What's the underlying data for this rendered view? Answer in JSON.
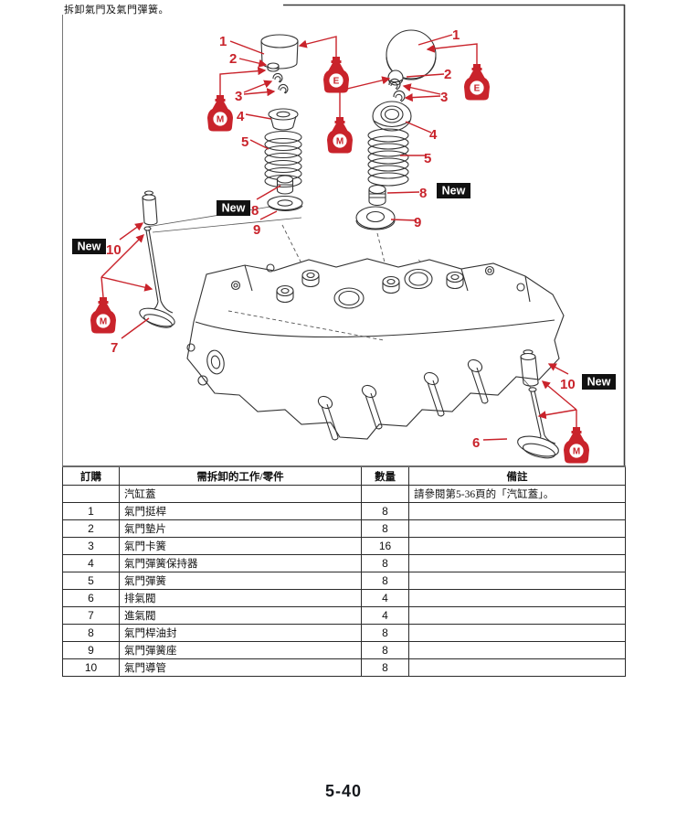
{
  "page": {
    "intro_text": "拆卸氣門及氣門彈簧。",
    "page_number": "5-40"
  },
  "diagram": {
    "accent_color": "#c9232b",
    "new_label": "New",
    "numbers": {
      "n1": "1",
      "n2": "2",
      "n3": "3",
      "n4": "4",
      "n5": "5",
      "n6": "6",
      "n7": "7",
      "n8": "8",
      "n9": "9",
      "n10": "10"
    },
    "oil_icons": {
      "engine": {
        "name": "engine-oil-bottle-icon",
        "label": "E"
      },
      "moly": {
        "name": "molybdenum-oil-bottle-icon",
        "label": "M"
      }
    }
  },
  "table": {
    "headers": [
      "訂購",
      "需拆卸的工作/零件",
      "數量",
      "備註"
    ],
    "rows": [
      {
        "order": "",
        "part": "汽缸蓋",
        "qty": "",
        "remark": "請參閱第5-36頁的「汽缸蓋」。"
      },
      {
        "order": "1",
        "part": "氣門挺桿",
        "qty": "8",
        "remark": ""
      },
      {
        "order": "2",
        "part": "氣門墊片",
        "qty": "8",
        "remark": ""
      },
      {
        "order": "3",
        "part": "氣門卡簧",
        "qty": "16",
        "remark": ""
      },
      {
        "order": "4",
        "part": "氣門彈簧保持器",
        "qty": "8",
        "remark": ""
      },
      {
        "order": "5",
        "part": "氣門彈簧",
        "qty": "8",
        "remark": ""
      },
      {
        "order": "6",
        "part": "排氣閥",
        "qty": "4",
        "remark": ""
      },
      {
        "order": "7",
        "part": "進氣閥",
        "qty": "4",
        "remark": ""
      },
      {
        "order": "8",
        "part": "氣門桿油封",
        "qty": "8",
        "remark": ""
      },
      {
        "order": "9",
        "part": "氣門彈簧座",
        "qty": "8",
        "remark": ""
      },
      {
        "order": "10",
        "part": "氣門導管",
        "qty": "8",
        "remark": ""
      }
    ]
  }
}
